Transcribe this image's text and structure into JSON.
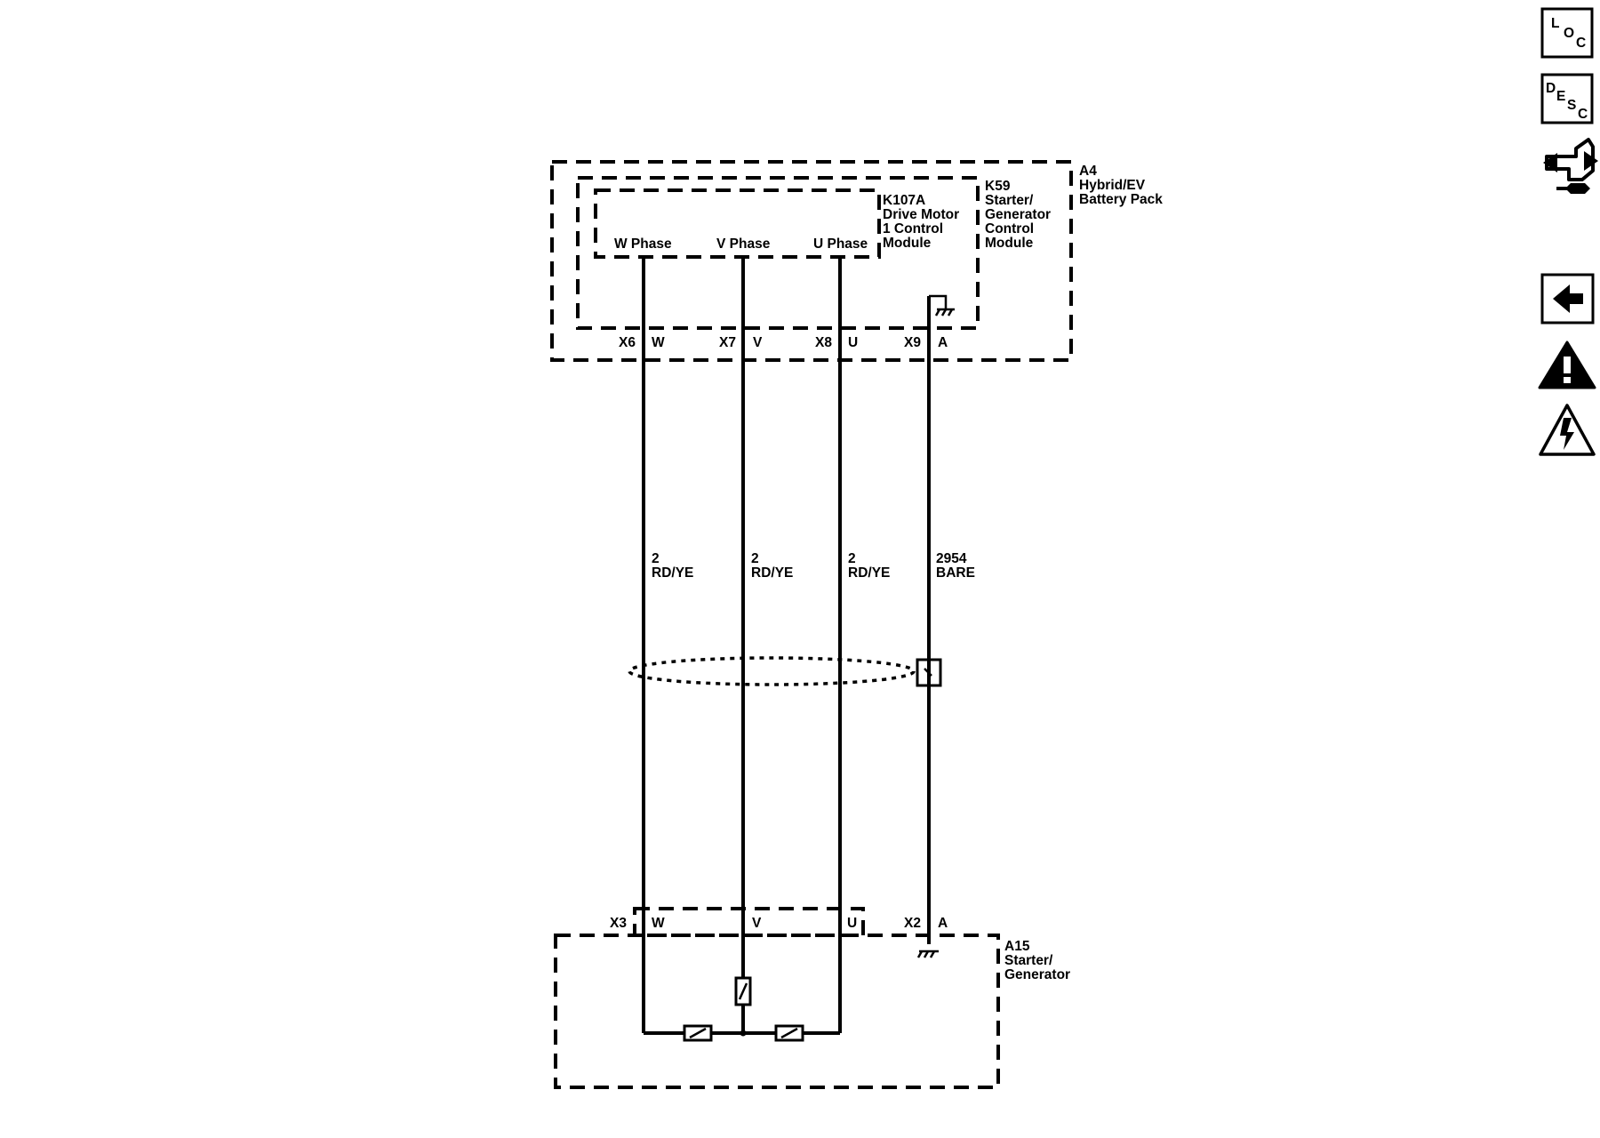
{
  "modules": {
    "a4_lines": [
      "A4",
      "Hybrid/EV",
      "Battery Pack"
    ],
    "k59_lines": [
      "K59",
      "Starter/",
      "Generator",
      "Control",
      "Module"
    ],
    "k107a_lines": [
      "K107A",
      "Drive Motor",
      "1 Control",
      "Module"
    ],
    "a15_lines": [
      "A15",
      "Starter/",
      "Generator"
    ]
  },
  "phases": {
    "w": "W Phase",
    "v": "V Phase",
    "u": "U Phase"
  },
  "top_pins": [
    {
      "connector": "X6",
      "pin": "W"
    },
    {
      "connector": "X7",
      "pin": "V"
    },
    {
      "connector": "X8",
      "pin": "U"
    },
    {
      "connector": "X9",
      "pin": "A"
    }
  ],
  "bottom_pins": [
    {
      "connector": "X3",
      "pin": "W"
    },
    {
      "connector": "",
      "pin": "V"
    },
    {
      "connector": "",
      "pin": "U"
    },
    {
      "connector": "X2",
      "pin": "A"
    }
  ],
  "wires": [
    {
      "size": "2",
      "color": "RD/YE"
    },
    {
      "size": "2",
      "color": "RD/YE"
    },
    {
      "size": "2",
      "color": "RD/YE"
    },
    {
      "size": "2954",
      "color": "BARE"
    }
  ],
  "nav": {
    "loc": {
      "l": "L",
      "o": "O",
      "c": "C"
    },
    "desc": {
      "d": "D",
      "e": "E",
      "s": "S",
      "c": "C"
    },
    "icons": [
      "connector-icon",
      "back-arrow-icon",
      "caution-icon",
      "high-voltage-icon"
    ]
  }
}
